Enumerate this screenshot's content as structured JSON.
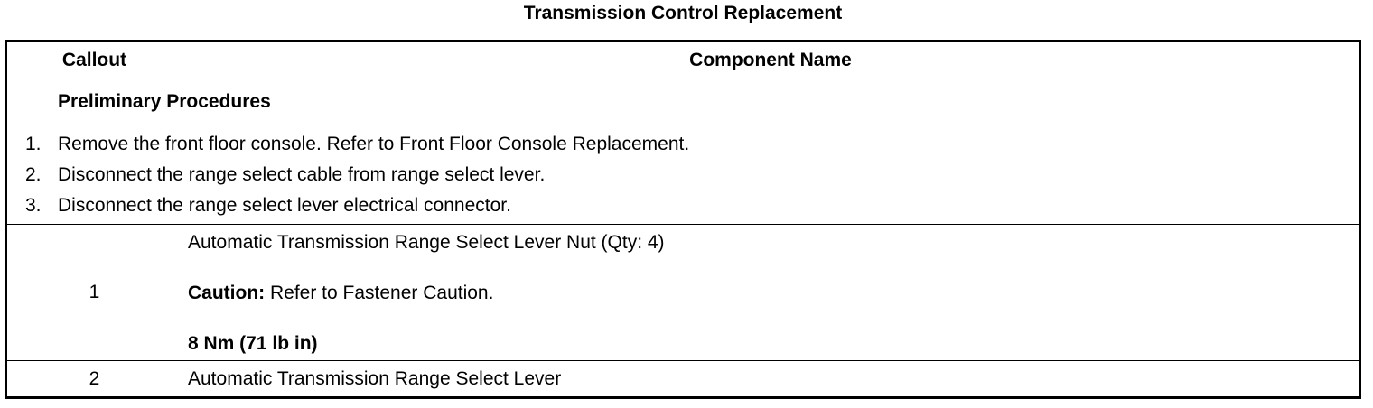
{
  "title": "Transmission Control Replacement",
  "table": {
    "headers": {
      "callout": "Callout",
      "component": "Component Name"
    },
    "preliminary": {
      "heading": "Preliminary Procedures",
      "steps": [
        {
          "num": "1.",
          "text": "Remove the front floor console. Refer to Front Floor Console Replacement."
        },
        {
          "num": "2.",
          "text": "Disconnect the range select cable from range select lever."
        },
        {
          "num": "3.",
          "text": "Disconnect the range select lever electrical connector."
        }
      ]
    },
    "rows": [
      {
        "callout": "1",
        "name": "Automatic Transmission Range Select Lever Nut (Qty: 4)",
        "caution_label": "Caution:",
        "caution_text": " Refer to Fastener Caution.",
        "torque": "8 Nm (71 lb in)"
      },
      {
        "callout": "2",
        "name": "Automatic Transmission Range Select Lever"
      }
    ]
  }
}
